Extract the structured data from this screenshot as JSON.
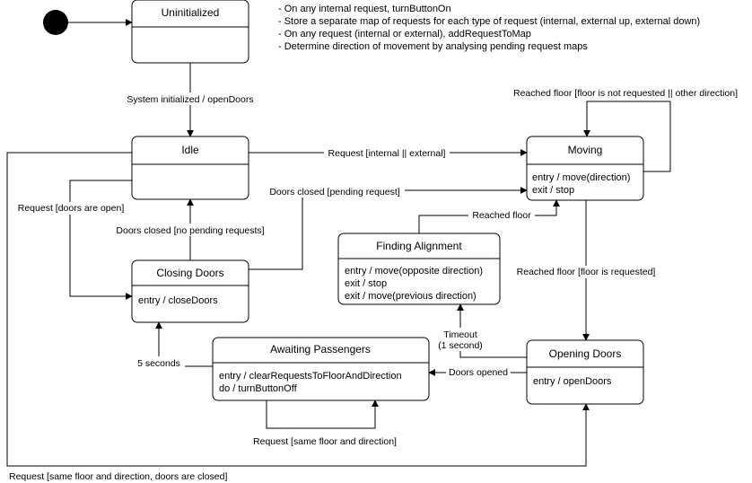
{
  "notes": [
    "- On any internal request, turnButtonOn",
    "- Store a separate map of requests for each type of request (internal, external up, external down)",
    "- On any request (internal or external), addRequestToMap",
    "- Determine direction of movement by analysing pending request maps"
  ],
  "states": {
    "uninitialized": {
      "title": "Uninitialized",
      "actions": []
    },
    "idle": {
      "title": "Idle",
      "actions": []
    },
    "moving": {
      "title": "Moving",
      "actions": [
        "entry / move(direction)",
        "exit / stop"
      ]
    },
    "closing_doors": {
      "title": "Closing Doors",
      "actions": [
        "entry / closeDoors"
      ]
    },
    "finding_alignment": {
      "title": "Finding Alignment",
      "actions": [
        "entry / move(opposite direction)",
        "exit / stop",
        "exit / move(previous direction)"
      ]
    },
    "awaiting_passengers": {
      "title": "Awaiting Passengers",
      "actions": [
        "entry / clearRequestsToFloorAndDirection",
        "do / turnButtonOff"
      ]
    },
    "opening_doors": {
      "title": "Opening Doors",
      "actions": [
        "entry / openDoors"
      ]
    }
  },
  "transitions": {
    "system_initialized": "System initialized / openDoors",
    "request_internal_external": "Request [internal || external]",
    "reached_floor_not_requested": "Reached floor [floor is not requested || other direction]",
    "doors_closed_pending": "Doors closed [pending request]",
    "request_doors_open": "Request [doors are open]",
    "doors_closed_no_pending": "Doors closed [no pending requests]",
    "reached_floor_alignment": "Reached floor",
    "reached_floor_requested": "Reached floor [floor is requested]",
    "timeout_line1": "Timeout",
    "timeout_line2": "(1 second)",
    "five_seconds": "5 seconds",
    "doors_opened": "Doors opened",
    "request_same_floor": "Request [same floor and direction]",
    "request_same_floor_closed": "Request [same floor and direction, doors are closed]"
  }
}
